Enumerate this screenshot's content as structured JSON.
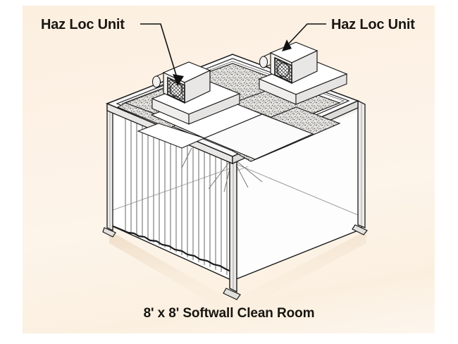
{
  "figure": {
    "kind": "isometric-technical-illustration",
    "background_color": "#fdf2e6",
    "outer_margin_color": "#ffffff",
    "line_color": "#1a1a1a",
    "panel_fill": "#ffffff",
    "ceiling_tile_fill": "#e3e1df",
    "shadow_color": "#f2dfc9"
  },
  "annotations": {
    "left_label": "Haz Loc Unit",
    "right_label": "Haz Loc Unit"
  },
  "caption": {
    "text": "8' x 8' Softwall Clean Room"
  },
  "subject": {
    "name": "Softwall Clean Room",
    "dimensions": "8' x 8'",
    "ceiling_units": 2,
    "ceiling_unit_name": "Haz Loc Unit",
    "wall_types": [
      "strip-curtain",
      "softwall-vinyl-panel"
    ],
    "frame_posts": 4
  }
}
